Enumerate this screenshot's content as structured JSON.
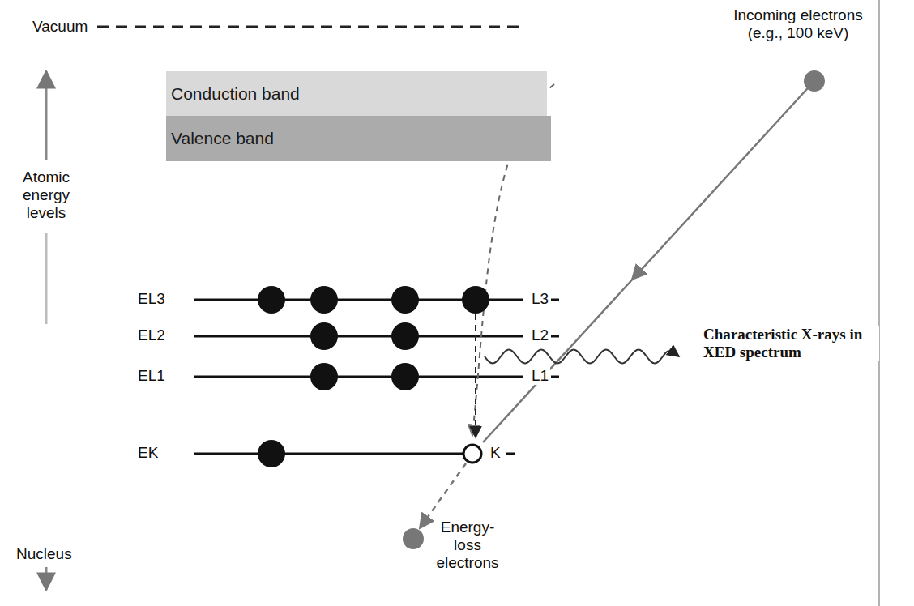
{
  "diagram": {
    "nodes": [
      {
        "text": [
          "Conduction band"
        ]
      },
      {
        "text": [
          "Valence band"
        ]
      }
    ],
    "labels": [
      "Vacuum",
      "Incoming electrons (e.g., 100 keV)",
      "Atomic energy levels",
      "EL3",
      "L3",
      "EL2",
      "L2",
      "EL1",
      "L1",
      "Characteristic X-rays in XED spectrum",
      "EK",
      "K",
      "Energy-loss electrons",
      "Nucleus"
    ]
  }
}
